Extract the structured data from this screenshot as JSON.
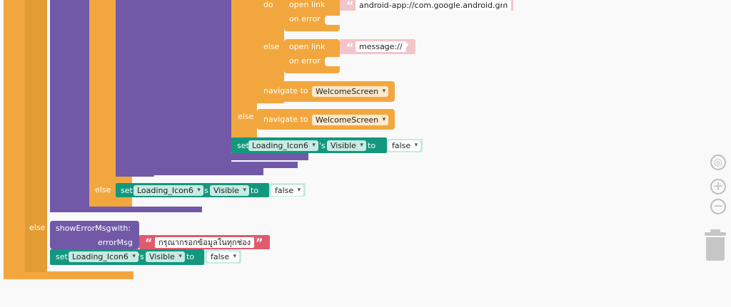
{
  "blocks": {
    "do_label": "do",
    "else_label": "else",
    "open_link": "open link",
    "on_error": "on error",
    "link_1": "android-app://com.google.android.gm",
    "link_2": "message://",
    "navigate_to": "navigate to",
    "screen_1": "WelcomeScreen",
    "screen_2": "WelcomeScreen",
    "set": "set",
    "component": "Loading_Icon6",
    "possessive": "'s",
    "property": "Visible",
    "to": "to",
    "false_value": "false",
    "show_error_msg": "showErrorMsg",
    "with": "with:",
    "error_msg_param": "errorMsg",
    "error_msg_text": "กรุณากรอกข้อมูลในทุกช่อง",
    "quote_open": "“",
    "quote_close": "”"
  },
  "controls": {
    "center_icon": "crosshair-icon",
    "zoom_in_icon": "plus-icon",
    "zoom_out_icon": "minus-icon",
    "trash_icon": "trash-icon"
  },
  "colors": {
    "control_flow": "#f2a73e",
    "procedure": "#7159a8",
    "component_setter": "#13977e",
    "text_literal": "#f3c4c9",
    "text_literal_thai": "#e15b6e"
  }
}
